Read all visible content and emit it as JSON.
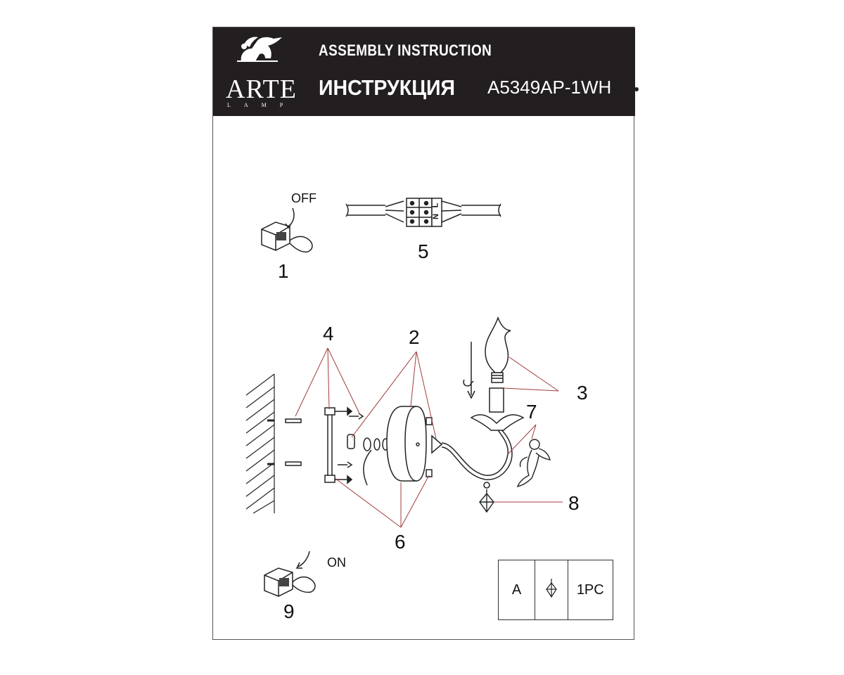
{
  "header": {
    "logo_word": "ARTE",
    "logo_sub": "LAMP",
    "title_en": "ASSEMBLY INSTRUCTION",
    "title_ru": "ИНСТРУКЦИЯ",
    "model": "A5349AP-1WH"
  },
  "labels": {
    "off": "OFF",
    "on": "ON",
    "wire_n": "N",
    "wire_l": "L"
  },
  "steps": [
    "1",
    "2",
    "3",
    "4",
    "5",
    "6",
    "7",
    "8",
    "9"
  ],
  "parts_table": {
    "letter": "A",
    "qty": "1PC",
    "icon": "crystal-pendant-icon"
  },
  "colors": {
    "header_bg": "#231f20",
    "leader": "#a23c3c",
    "line": "#222222"
  }
}
